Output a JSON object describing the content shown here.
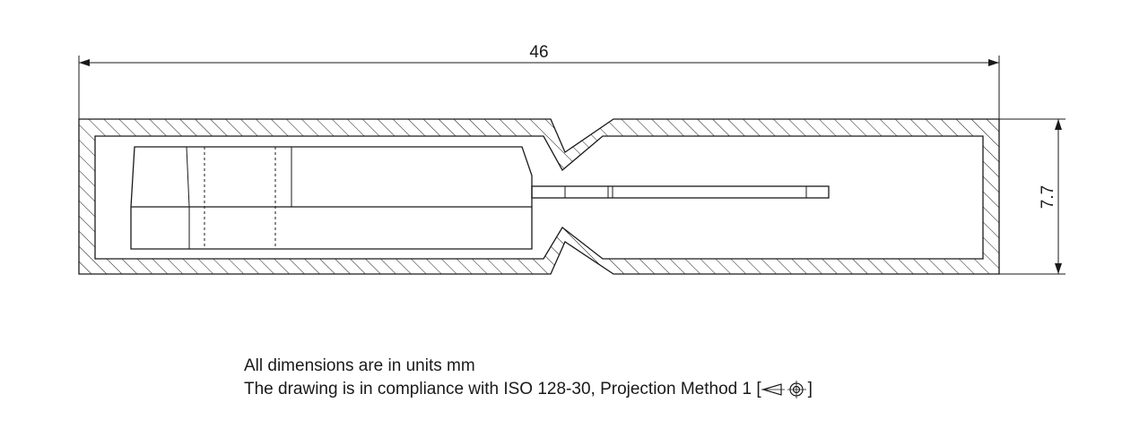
{
  "dimensions": {
    "overall_length": "46",
    "overall_height": "7.7"
  },
  "notes": {
    "units_note": "All dimensions are in units mm",
    "compliance_prefix": "The drawing is in compliance with ISO 128-30, Projection Method 1 [",
    "compliance_suffix": "]"
  },
  "icons": {
    "projection_symbol": "first-angle-projection-icon"
  }
}
